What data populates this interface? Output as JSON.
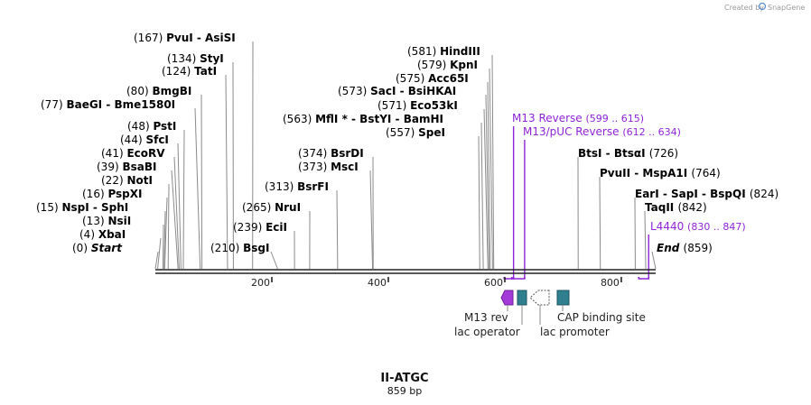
{
  "credit": {
    "text": "Created by",
    "brand": "SnapGene"
  },
  "sequence": {
    "name": "II-ATGC",
    "length": "859 bp",
    "total": 859
  },
  "ticks": [
    {
      "pos": 200,
      "label": "200"
    },
    {
      "pos": 400,
      "label": "400"
    },
    {
      "pos": 600,
      "label": "600"
    },
    {
      "pos": 800,
      "label": "800"
    }
  ],
  "sites": [
    {
      "pos": 0,
      "pos_label": "(0)",
      "label": "Start",
      "italic": true
    },
    {
      "pos": 4,
      "pos_label": "(4)",
      "label": "XbaI"
    },
    {
      "pos": 13,
      "pos_label": "(13)",
      "label": "NsiI"
    },
    {
      "pos": 15,
      "pos_label": "(15)",
      "label": "NspI  -  SphI"
    },
    {
      "pos": 16,
      "pos_label": "(16)",
      "label": "PspXI"
    },
    {
      "pos": 22,
      "pos_label": "(22)",
      "label": "NotI"
    },
    {
      "pos": 39,
      "pos_label": "(39)",
      "label": "BsaBI"
    },
    {
      "pos": 41,
      "pos_label": "(41)",
      "label": "EcoRV"
    },
    {
      "pos": 44,
      "pos_label": "(44)",
      "label": "SfcI"
    },
    {
      "pos": 48,
      "pos_label": "(48)",
      "label": "PstI"
    },
    {
      "pos": 77,
      "pos_label": "(77)",
      "label": "BaeGI  -  Bme1580I"
    },
    {
      "pos": 80,
      "pos_label": "(80)",
      "label": "BmgBI"
    },
    {
      "pos": 124,
      "pos_label": "(124)",
      "label": "TatI"
    },
    {
      "pos": 134,
      "pos_label": "(134)",
      "label": "StyI"
    },
    {
      "pos": 167,
      "pos_label": "(167)",
      "label": "PvuI  -  AsiSI"
    },
    {
      "pos": 210,
      "pos_label": "(210)",
      "label": "BsgI"
    },
    {
      "pos": 239,
      "pos_label": "(239)",
      "label": "EciI"
    },
    {
      "pos": 265,
      "pos_label": "(265)",
      "label": "NruI"
    },
    {
      "pos": 313,
      "pos_label": "(313)",
      "label": "BsrFI"
    },
    {
      "pos": 373,
      "pos_label": "(373)",
      "label": "MscI"
    },
    {
      "pos": 374,
      "pos_label": "(374)",
      "label": "BsrDI"
    },
    {
      "pos": 557,
      "pos_label": "(557)",
      "label": "SpeI"
    },
    {
      "pos": 563,
      "pos_label": "(563)",
      "label": "MflI *  -  BstYI  -  BamHI"
    },
    {
      "pos": 571,
      "pos_label": "(571)",
      "label": "Eco53kI"
    },
    {
      "pos": 573,
      "pos_label": "(573)",
      "label": "SacI  -  BsiHKAI"
    },
    {
      "pos": 575,
      "pos_label": "(575)",
      "label": "Acc65I"
    },
    {
      "pos": 579,
      "pos_label": "(579)",
      "label": "KpnI"
    },
    {
      "pos": 581,
      "pos_label": "(581)",
      "label": "HindIII"
    },
    {
      "pos": 726,
      "pos_label": "(726)",
      "label": "BtsI  -  BtsαI"
    },
    {
      "pos": 764,
      "pos_label": "(764)",
      "label": "PvuII  -  MspA1I"
    },
    {
      "pos": 824,
      "pos_label": "(824)",
      "label": "EarI  -  SapI  -  BspQI"
    },
    {
      "pos": 842,
      "pos_label": "(842)",
      "label": "TaqII"
    },
    {
      "pos": 859,
      "pos_label": "(859)",
      "label": "End",
      "italic": true
    }
  ],
  "primers": [
    {
      "name": "M13 Reverse",
      "range": "(599 .. 615)",
      "start": 599,
      "end": 615
    },
    {
      "name": "M13/pUC Reverse",
      "range": "(612 .. 634)",
      "start": 612,
      "end": 634
    },
    {
      "name": "L4440",
      "range": "(830 .. 847)",
      "start": 830,
      "end": 847
    }
  ],
  "features": [
    {
      "name": "M13 rev",
      "kind": "primer-bind",
      "color": "#a23bd8"
    },
    {
      "name": "lac operator",
      "kind": "protein-bind",
      "color": "#2f7f8f"
    },
    {
      "name": "lac promoter",
      "kind": "promoter",
      "color": "#ffffff"
    },
    {
      "name": "CAP binding site",
      "kind": "protein-bind",
      "color": "#2f7f8f"
    }
  ],
  "colors": {
    "primer": "#8e24d6",
    "backbone": "#222222",
    "leader": "#8a8a8a",
    "feature": "#2f7f8f",
    "brand": "#5b8fc7"
  }
}
